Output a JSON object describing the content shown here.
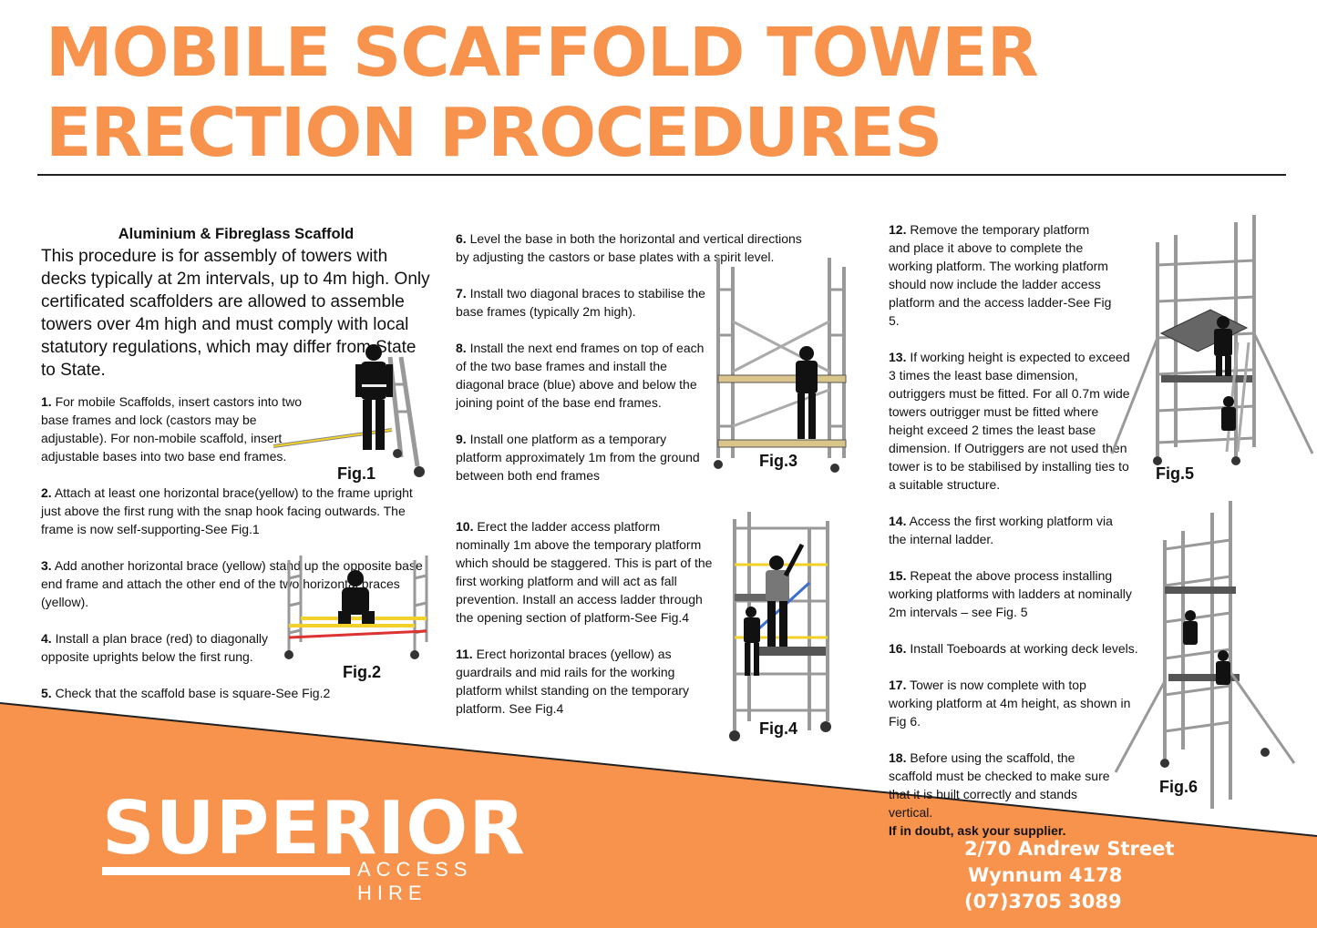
{
  "title": "MOBILE SCAFFOLD TOWER ERECTION PROCEDURES",
  "col1": {
    "subheading": "Aluminium & Fibreglass Scaffold",
    "intro": "This procedure is for assembly of towers with decks typically at 2m intervals, up to 4m high. Only certificated scaffolders are allowed to assemble towers over 4m high and must comply with local statutory regulations, which may differ from State to State.",
    "steps": [
      {
        "num": "1.",
        "text": "For mobile Scaffolds, insert castors into two base frames and lock (castors may be adjustable). For non-mobile scaffold, insert adjustable bases into two base end frames."
      },
      {
        "num": "2.",
        "text": "Attach at least one horizontal brace(yellow) to the frame upright just above the first rung with the snap hook facing outwards. The frame is now self-supporting-See Fig.1"
      },
      {
        "num": "3.",
        "text": "Add another horizontal brace (yellow) stand up the opposite base end frame and attach the other end of the two horizontal braces (yellow)."
      },
      {
        "num": "4.",
        "text": "Install a plan brace (red) to diagonally opposite uprights below the first rung."
      },
      {
        "num": "5.",
        "text": "Check that the scaffold base is square-See Fig.2"
      }
    ]
  },
  "col2": {
    "steps": [
      {
        "num": "6.",
        "text": "Level the base in both the horizontal and vertical directions by adjusting the castors or base plates with a spirit level."
      },
      {
        "num": "7.",
        "text": "Install two diagonal braces to stabilise the base frames (typically 2m high)."
      },
      {
        "num": "8.",
        "text": "Install the next end frames on top of each of the two base frames and install the diagonal brace (blue) above and below the joining point of the base end frames."
      },
      {
        "num": "9.",
        "text": "Install one platform as a temporary platform approximately 1m from the ground between both end frames"
      },
      {
        "num": "10.",
        "text": "Erect the ladder access platform nominally 1m above the temporary platform which should be staggered. This is part of the first working platform and will act as fall prevention. Install an access ladder through the opening section of platform-See Fig.4"
      },
      {
        "num": "11.",
        "text": "Erect horizontal braces (yellow) as guardrails and mid rails for the working platform whilst standing on the temporary platform. See Fig.4"
      }
    ]
  },
  "col3": {
    "steps": [
      {
        "num": "12.",
        "text": "Remove the temporary platform and place it above to complete the working platform. The working platform should now include the ladder access platform and the access ladder-See Fig 5."
      },
      {
        "num": "13.",
        "text": "If working height is expected to exceed 3 times the least base dimension, outriggers must be fitted.  For all 0.7m wide towers outrigger must be fitted where height exceed 2 times the least base dimension. If Outriggers are not used then tower is to be stabilised by installing ties to a suitable structure."
      },
      {
        "num": "14.",
        "text": "Access the first working platform via the internal ladder."
      },
      {
        "num": "15.",
        "text": "Repeat the above process installing working platforms with ladders at nominally 2m intervals – see Fig. 5"
      },
      {
        "num": "16.",
        "text": "Install Toeboards at working deck levels."
      },
      {
        "num": "17.",
        "text": "Tower is now complete with top working platform at 4m height, as shown in Fig 6."
      },
      {
        "num": "18.",
        "text": "Before using the scaffold, the scaffold must be checked to make sure that it is built correctly and stands vertical."
      }
    ],
    "final_note": "If in doubt, ask your supplier."
  },
  "figures": {
    "fig1": "Fig.1",
    "fig2": "Fig.2",
    "fig3": "Fig.3",
    "fig4": "Fig.4",
    "fig5": "Fig.5",
    "fig6": "Fig.6"
  },
  "footer": {
    "logo_main": "SUPERIOR",
    "logo_sub": "ACCESS HIRE",
    "address_line1": "2/70 Andrew Street",
    "address_line2": "Wynnum 4178",
    "phone": "(07)3705 3089"
  },
  "colors": {
    "accent": "#F7934C",
    "text": "#111111",
    "background": "#FFFFFF"
  }
}
